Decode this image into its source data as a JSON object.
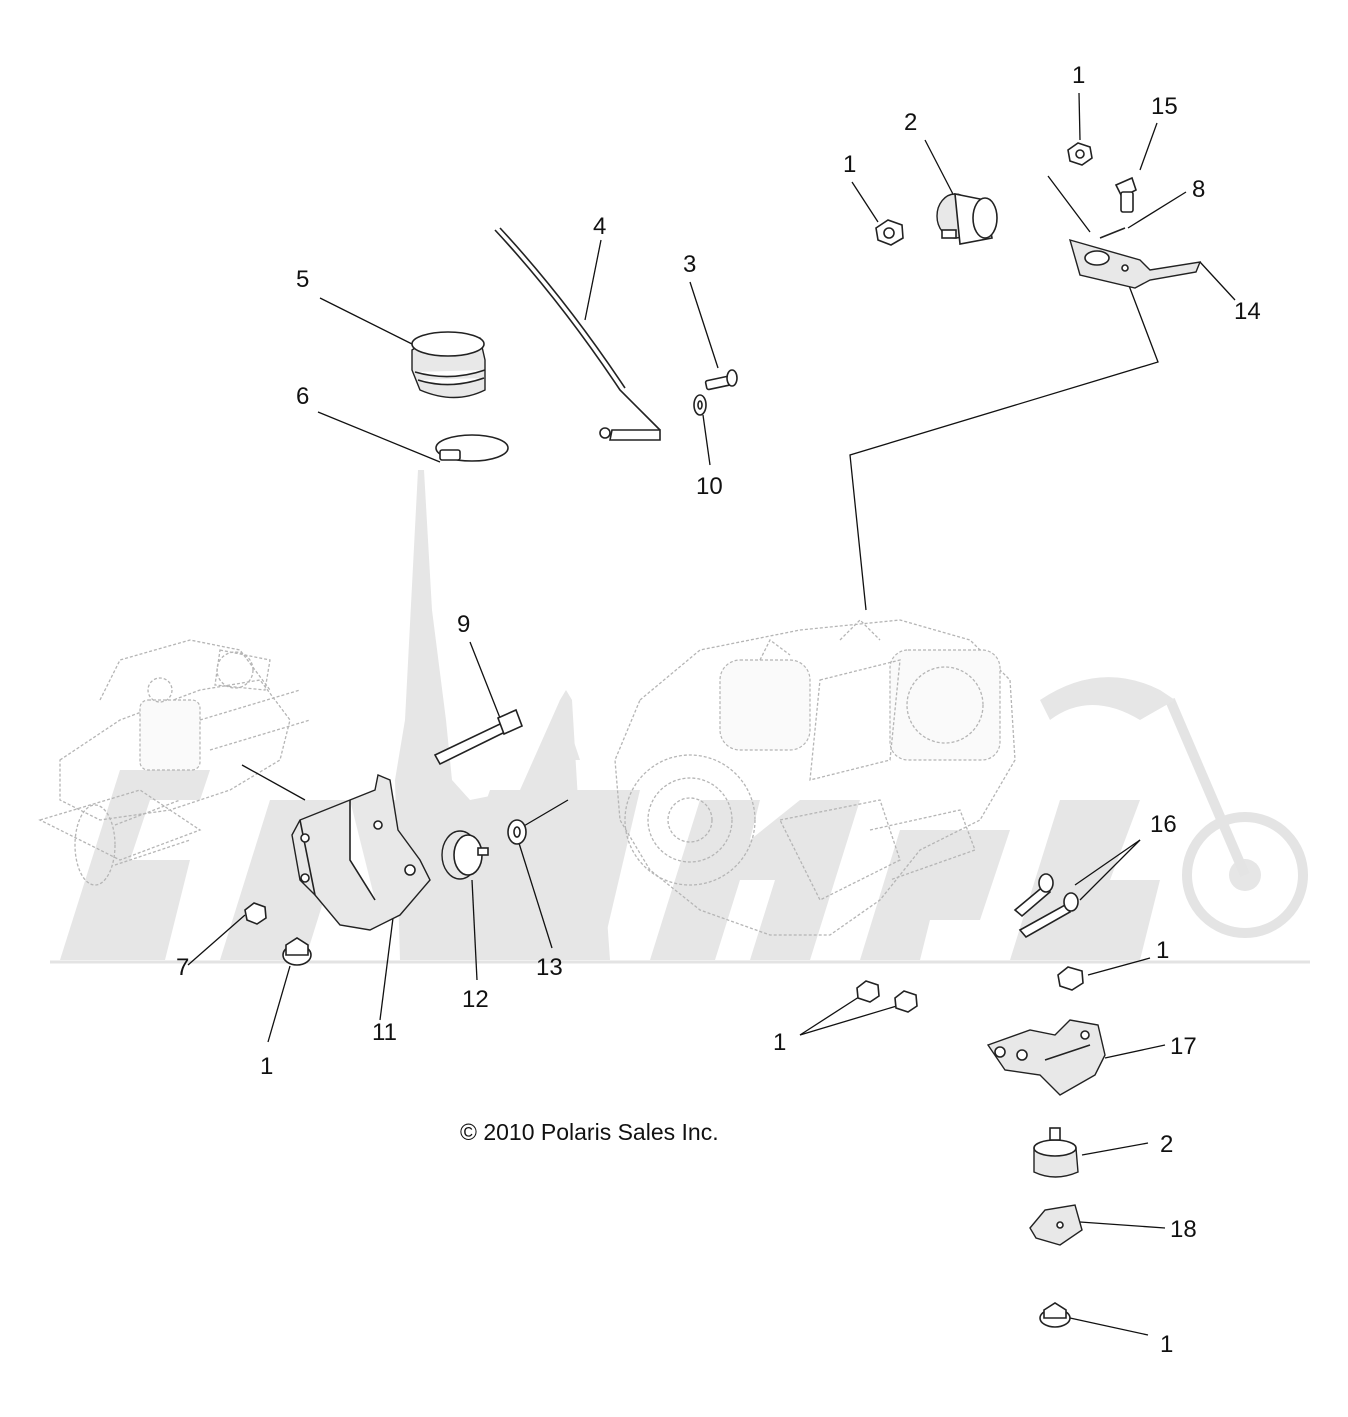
{
  "copyright": "© 2010 Polaris Sales Inc.",
  "callouts": [
    "1",
    "2",
    "1",
    "15",
    "8",
    "14",
    "4",
    "3",
    "5",
    "6",
    "10",
    "9",
    "16",
    "1",
    "7",
    "11",
    "12",
    "13",
    "1",
    "1",
    "17",
    "2",
    "18",
    "1"
  ],
  "watermark": "motorcycle-logo-watermark"
}
